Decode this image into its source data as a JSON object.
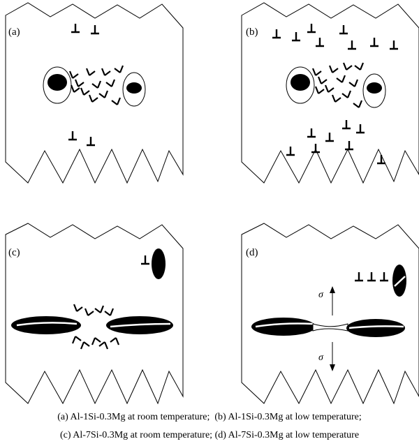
{
  "panels": [
    {
      "id": "a",
      "label": "(a)"
    },
    {
      "id": "b",
      "label": "(b)"
    },
    {
      "id": "c",
      "label": "(c)"
    },
    {
      "id": "d",
      "label": "(d)"
    }
  ],
  "stress_label": "σ",
  "captions": {
    "line1": "(a) Al-1Si-0.3Mg at room temperature;  (b) Al-1Si-0.3Mg at low temperature;",
    "line2": "(c) Al-7Si-0.3Mg at room temperature; (d) Al-7Si-0.3Mg at low temperature"
  }
}
